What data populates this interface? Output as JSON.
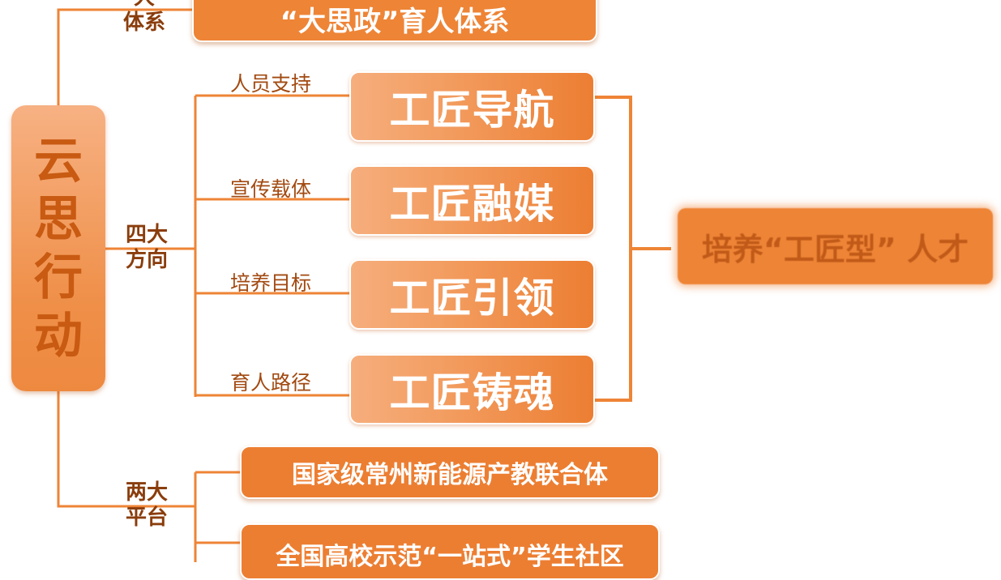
{
  "root": {
    "chars": [
      "云",
      "思",
      "行",
      "动"
    ]
  },
  "top": {
    "branch_lines": [
      "大",
      "体系"
    ],
    "box_label": "“大思政”育人体系"
  },
  "directions": {
    "branch_lines": [
      "四大",
      "方向"
    ],
    "items": [
      {
        "sublabel": "人员支持",
        "box": "工匠导航"
      },
      {
        "sublabel": "宣传载体",
        "box": "工匠融媒"
      },
      {
        "sublabel": "培养目标",
        "box": "工匠引领"
      },
      {
        "sublabel": "育人路径",
        "box": "工匠铸魂"
      }
    ],
    "target": "培养“工匠型” 人才"
  },
  "platforms": {
    "branch_lines": [
      "两大",
      "平台"
    ],
    "items": [
      "国家级常州新能源产教联合体",
      "全国高校示范“一站式”学生社区"
    ]
  },
  "colors": {
    "primary": "#ee8436",
    "line": "#ee8436",
    "root_text": "#c85a12",
    "branch_text": "#8a3d0c"
  }
}
